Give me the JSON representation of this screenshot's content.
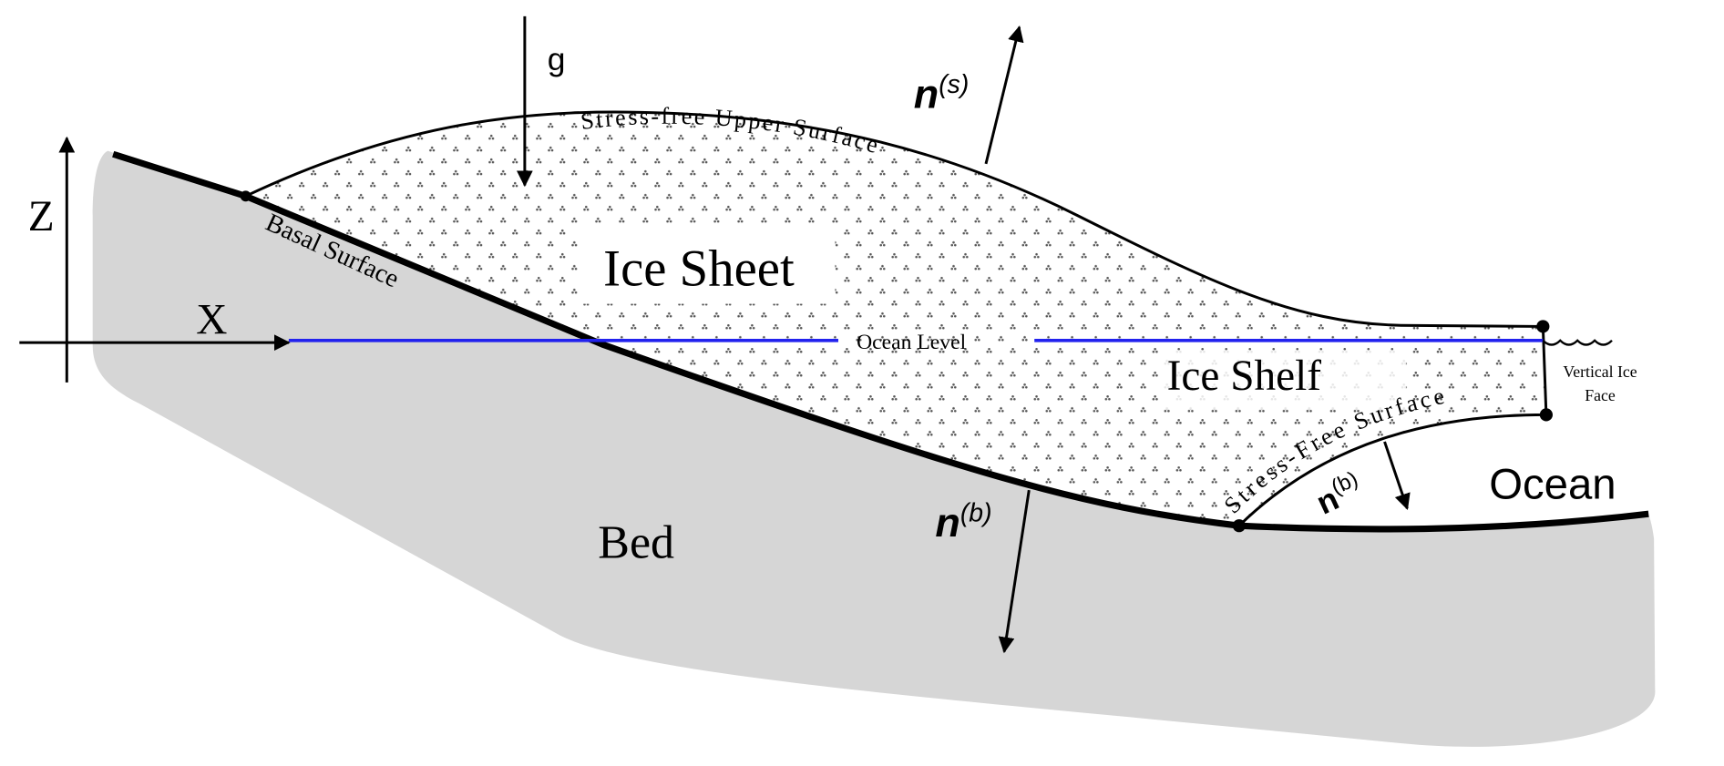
{
  "diagram": {
    "labels": {
      "gravity": "g",
      "normal_surface_base": "n",
      "normal_surface_sup": "(s)",
      "normal_bed_base": "n",
      "normal_bed_sup": "(b)",
      "normal_shelf_base": "n",
      "normal_shelf_sup": "(b)",
      "upper_surface": "Stress-free Upper Surface",
      "ice_sheet": "Ice Sheet",
      "basal_surface": "Basal Surface",
      "ocean_level": "Ocean Level",
      "ice_shelf": "Ice Shelf",
      "shelf_lower_surface": "Stress-Free Surface",
      "vertical_face_line1": "Vertical Ice",
      "vertical_face_line2": "Face",
      "ocean": "Ocean",
      "bed": "Bed",
      "axis_z": "Z",
      "axis_x": "X"
    },
    "colors": {
      "bed": "#d6d6d6",
      "ocean_level": "#2222ee",
      "lines": "#000000"
    }
  }
}
